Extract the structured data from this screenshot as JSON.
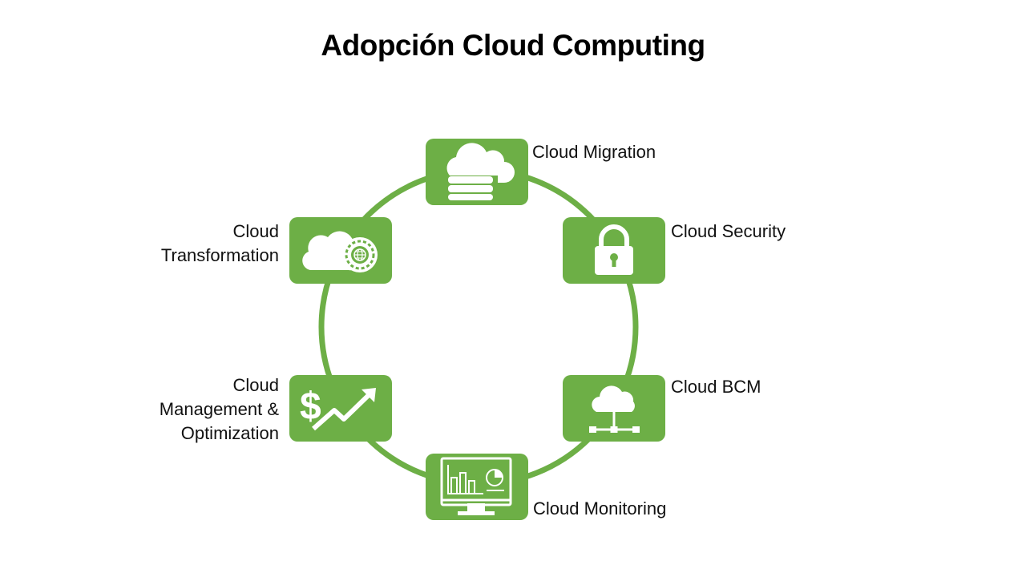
{
  "title": "Adopción Cloud Computing",
  "colors": {
    "accent": "#6daf46",
    "icon": "#ffffff"
  },
  "nodes": [
    {
      "id": "migration",
      "icon": "cloud-database-icon",
      "label_lines": [
        "Cloud Migration"
      ]
    },
    {
      "id": "security",
      "icon": "padlock-icon",
      "label_lines": [
        "Cloud Security"
      ]
    },
    {
      "id": "bcm",
      "icon": "cloud-network-icon",
      "label_lines": [
        "Cloud BCM"
      ]
    },
    {
      "id": "monitoring",
      "icon": "monitor-chart-icon",
      "label_lines": [
        "Cloud Monitoring"
      ]
    },
    {
      "id": "management",
      "icon": "dollar-growth-icon",
      "label_lines": [
        "Cloud",
        "Management &",
        "Optimization"
      ]
    },
    {
      "id": "transformation",
      "icon": "cloud-gear-globe-icon",
      "label_lines": [
        "Cloud",
        "Transformation"
      ]
    }
  ]
}
